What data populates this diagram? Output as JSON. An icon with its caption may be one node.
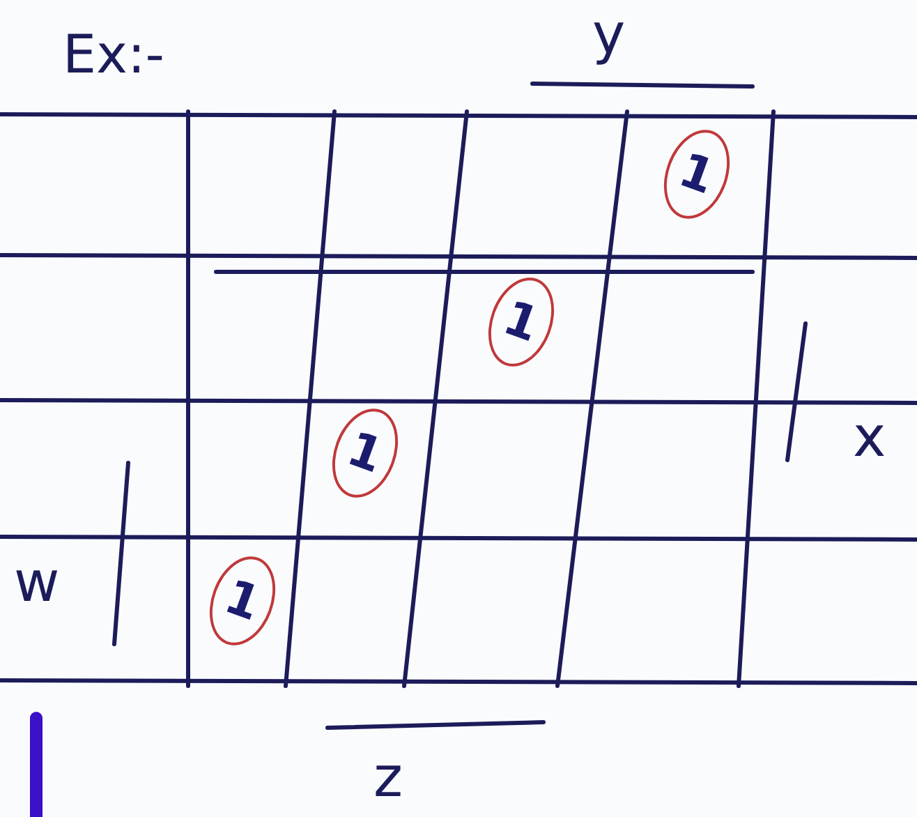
{
  "diagram": {
    "title": "Ex:-",
    "labels": [
      "y",
      "1",
      "1",
      "x",
      "1",
      "w",
      "1",
      "z"
    ]
  }
}
